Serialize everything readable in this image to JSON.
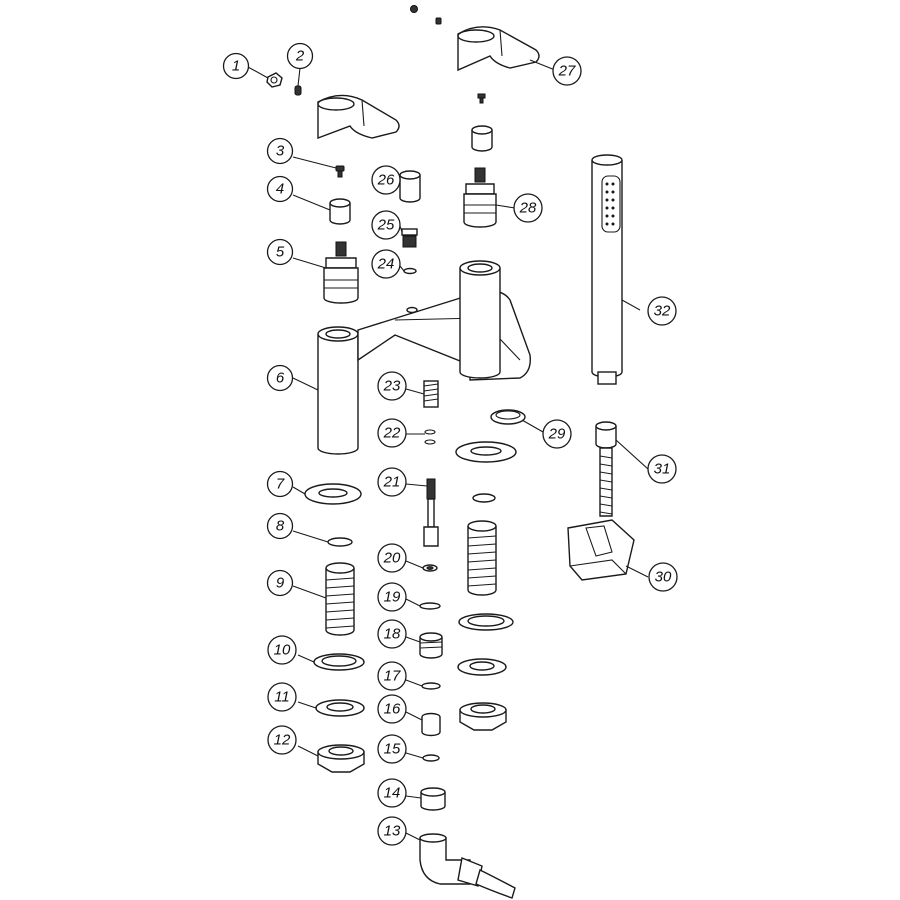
{
  "callouts": [
    "1",
    "2",
    "3",
    "4",
    "5",
    "6",
    "7",
    "8",
    "9",
    "10",
    "11",
    "12",
    "13",
    "14",
    "15",
    "16",
    "17",
    "18",
    "19",
    "20",
    "21",
    "22",
    "23",
    "24",
    "25",
    "26",
    "27",
    "28",
    "29",
    "30",
    "31",
    "32"
  ]
}
